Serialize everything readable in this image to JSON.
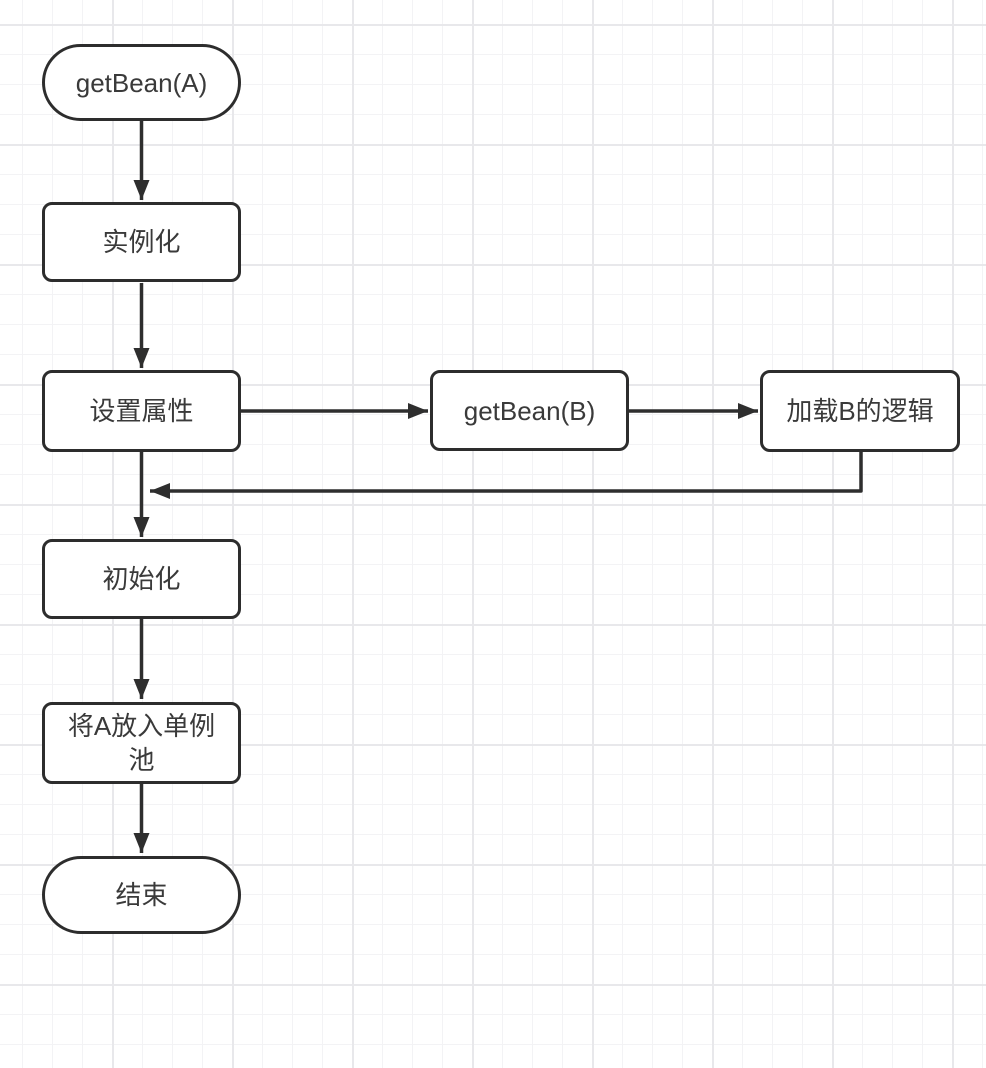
{
  "canvas": {
    "background_color": "#ffffff",
    "grid_minor_color": "#f3f3f5",
    "grid_major_color": "#e8e8eb",
    "line_color": "#2d2d2d",
    "text_color": "#3a3a3a",
    "node_fill_color": "#ffffff"
  },
  "nodes": [
    {
      "id": "getbean-a",
      "label": "getBean(A)",
      "shape": "terminator"
    },
    {
      "id": "instantiate",
      "label": "实例化",
      "shape": "process"
    },
    {
      "id": "set-properties",
      "label": "设置属性",
      "shape": "process"
    },
    {
      "id": "getbean-b",
      "label": "getBean(B)",
      "shape": "process"
    },
    {
      "id": "load-b-logic",
      "label": "加载B的逻辑",
      "shape": "process"
    },
    {
      "id": "initialize",
      "label": "初始化",
      "shape": "process"
    },
    {
      "id": "put-a-in-singleton",
      "label": "将A放入单例池",
      "shape": "process"
    },
    {
      "id": "end",
      "label": "结束",
      "shape": "terminator"
    }
  ],
  "edges": [
    {
      "from": "getBean(A)",
      "to": "实例化",
      "direction": "down"
    },
    {
      "from": "实例化",
      "to": "设置属性",
      "direction": "down"
    },
    {
      "from": "设置属性",
      "to": "初始化",
      "direction": "down"
    },
    {
      "from": "设置属性",
      "to": "getBean(B)",
      "direction": "right"
    },
    {
      "from": "getBean(B)",
      "to": "加载B的逻辑",
      "direction": "right"
    },
    {
      "from": "加载B的逻辑",
      "to": "初始化",
      "direction": "return-left",
      "note": "drops below box then runs left back into the 设置属性→初始化 connector"
    },
    {
      "from": "初始化",
      "to": "将A放入单例池",
      "direction": "down"
    },
    {
      "from": "将A放入单例池",
      "to": "结束",
      "direction": "down"
    }
  ]
}
